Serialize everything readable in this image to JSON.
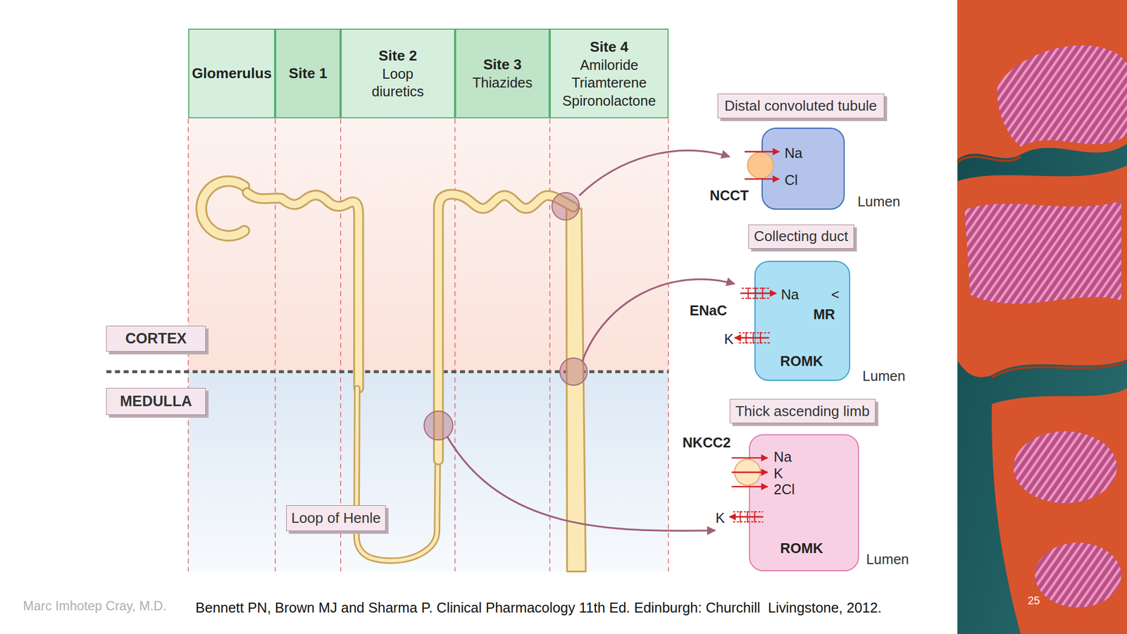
{
  "diagram": {
    "caption": "Bennett PN, Brown MJ and Sharma P. Clinical Pharmacology 11th Ed. Edinburgh: Churchill  Livingstone, 2012.",
    "nodes": [
      {
        "text": [
          "Glomerulus"
        ]
      },
      {
        "text": [
          "Site 1"
        ]
      },
      {
        "text": [
          "Site 2",
          "Loop diuretics"
        ]
      },
      {
        "text": [
          "Site 3",
          "Thiazides"
        ]
      },
      {
        "text": [
          "Site 4",
          "Amiloride Triamterene Spironolactone"
        ]
      },
      {
        "text": [
          "CORTEX"
        ]
      },
      {
        "text": [
          "MEDULLA"
        ]
      },
      {
        "text": [
          "Loop of Henle"
        ]
      },
      {
        "text": [
          "Distal convoluted tubule"
        ]
      },
      {
        "text": [
          "NCCT",
          "Na",
          "Cl"
        ]
      },
      {
        "text": [
          "Collecting duct"
        ]
      },
      {
        "text": [
          "ENaC",
          "Na",
          "<",
          "MR",
          "K",
          "ROMK"
        ]
      },
      {
        "text": [
          "Thick ascending limb"
        ]
      },
      {
        "text": [
          "NKCC2",
          "Na",
          "K",
          "2Cl",
          "K",
          "ROMK"
        ]
      }
    ],
    "labels": [
      "Lumen",
      "Lumen",
      "Lumen",
      "Marc Imhotep Cray, M.D.",
      "25"
    ]
  }
}
